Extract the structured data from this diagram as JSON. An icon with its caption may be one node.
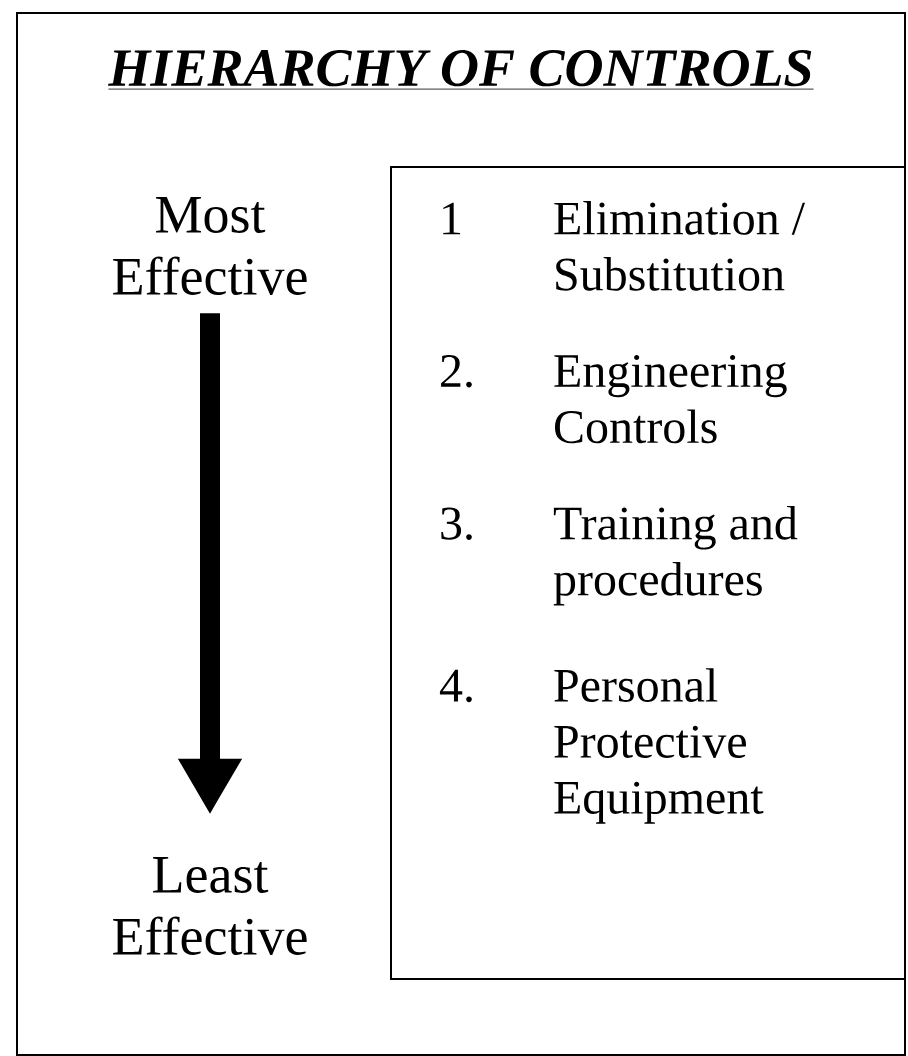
{
  "diagram": {
    "nodes": [
      {
        "text": [
          "HIERARCHY OF CONTROLS"
        ]
      },
      {
        "text": [
          "Most Effective"
        ],
        "in": 0
      },
      {
        "text": [
          "Least Effective"
        ],
        "in": 0
      },
      {
        "text": [
          "1",
          "Elimination / Substitution",
          "2.",
          "Engineering Controls",
          "3.",
          "Training and procedures",
          "4.",
          "Personal Protective Equipment"
        ],
        "in": 0
      }
    ],
    "edges": [
      {
        "from": 1,
        "to": 2,
        "arrow": "to"
      }
    ]
  }
}
